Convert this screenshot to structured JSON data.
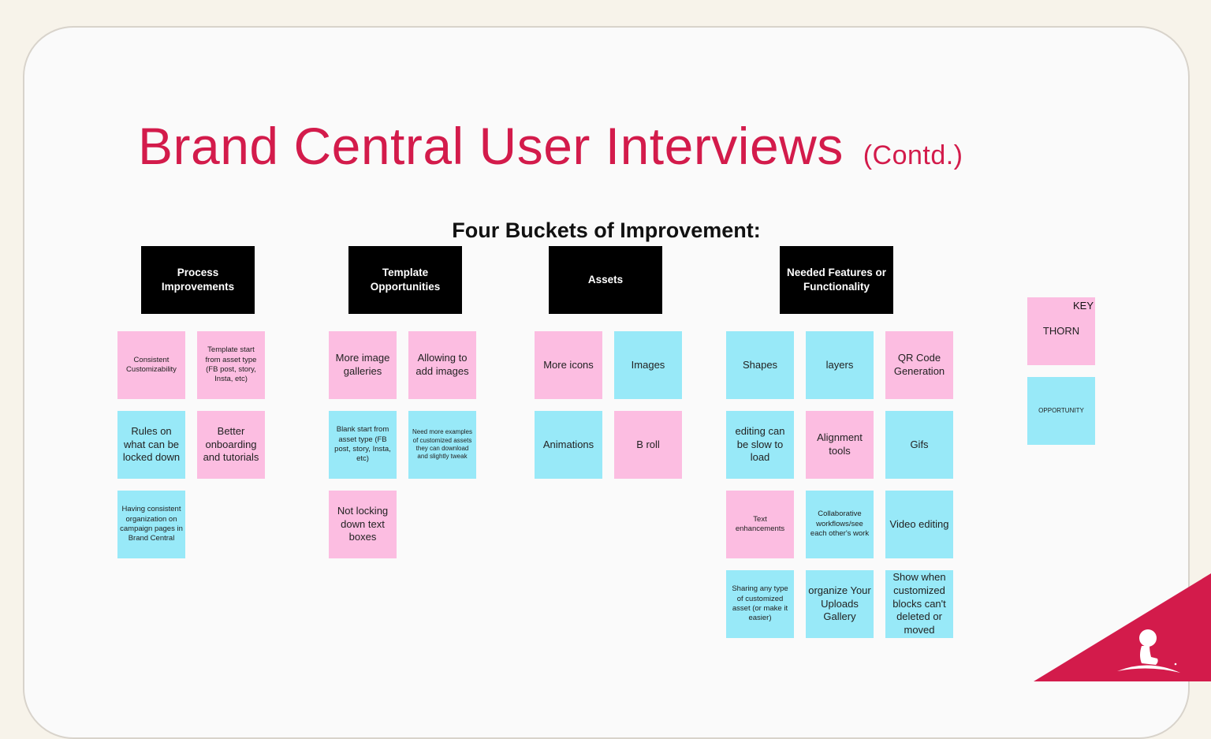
{
  "title": "Brand Central User Interviews",
  "title_suffix": "(Contd.)",
  "subtitle": "Four Buckets of Improvement:",
  "buckets": [
    {
      "label": "Process Improvements",
      "notes": [
        {
          "text": "Consistent Customizability",
          "type": "thorn"
        },
        {
          "text": "Template start from asset type (FB post, story, Insta, etc)",
          "type": "thorn"
        },
        {
          "text": "Rules on what can be locked down",
          "type": "opportunity"
        },
        {
          "text": "Better onboarding and tutorials",
          "type": "thorn"
        },
        {
          "text": "Having consistent organization on campaign pages in Brand Central",
          "type": "opportunity"
        }
      ]
    },
    {
      "label": "Template Opportunities",
      "notes": [
        {
          "text": "More image galleries",
          "type": "thorn"
        },
        {
          "text": "Allowing to add images",
          "type": "thorn"
        },
        {
          "text": "Blank start from asset type (FB post, story, Insta, etc)",
          "type": "opportunity"
        },
        {
          "text": "Need more examples of customized assets they can download and slightly tweak",
          "type": "opportunity"
        },
        {
          "text": "Not locking down text boxes",
          "type": "thorn"
        }
      ]
    },
    {
      "label": "Assets",
      "notes": [
        {
          "text": "More icons",
          "type": "thorn"
        },
        {
          "text": "Images",
          "type": "opportunity"
        },
        {
          "text": "Animations",
          "type": "opportunity"
        },
        {
          "text": "B roll",
          "type": "thorn"
        }
      ]
    },
    {
      "label": "Needed Features or Functionality",
      "notes": [
        {
          "text": "Shapes",
          "type": "opportunity"
        },
        {
          "text": "layers",
          "type": "opportunity"
        },
        {
          "text": "QR Code Generation",
          "type": "thorn"
        },
        {
          "text": "editing can be slow to load",
          "type": "opportunity"
        },
        {
          "text": "Alignment tools",
          "type": "thorn"
        },
        {
          "text": "Gifs",
          "type": "opportunity"
        },
        {
          "text": "Text enhancements",
          "type": "thorn"
        },
        {
          "text": "Collaborative workflows/see each other's work",
          "type": "opportunity"
        },
        {
          "text": "Video editing",
          "type": "opportunity"
        },
        {
          "text": "Sharing any type of customized asset (or make it easier)",
          "type": "opportunity"
        },
        {
          "text": "organize Your Uploads Gallery",
          "type": "opportunity"
        },
        {
          "text": "Show when customized blocks can't deleted or moved",
          "type": "opportunity"
        }
      ]
    }
  ],
  "key": {
    "label": "KEY",
    "items": [
      {
        "text": "THORN",
        "type": "thorn"
      },
      {
        "text": "OPPORTUNITY",
        "type": "opportunity"
      }
    ]
  },
  "colors": {
    "accent": "#d31b4b",
    "thorn": "#fcbde1",
    "opportunity": "#98e9f8"
  }
}
